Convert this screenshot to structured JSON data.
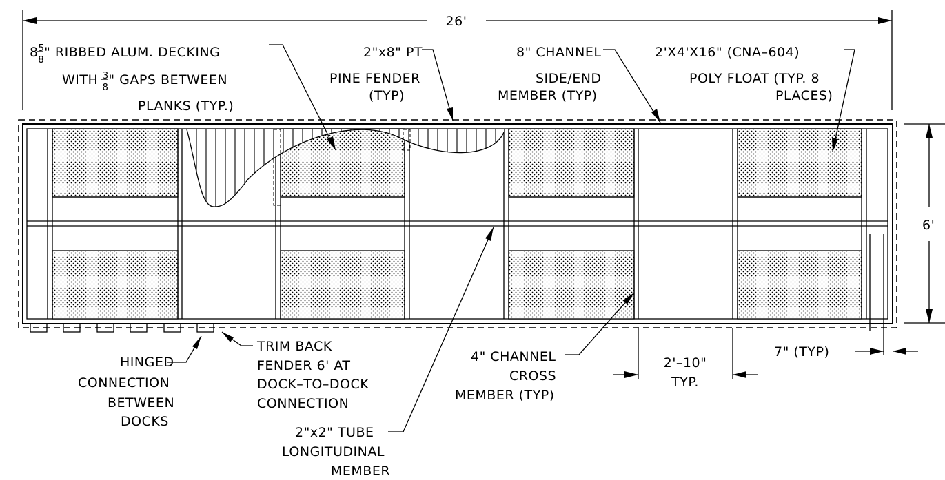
{
  "dimensions": {
    "overall_length": "26'",
    "overall_width": "6'",
    "float_spacing": [
      "2'–10\"",
      "TYP."
    ],
    "side_clearance": "7\" (TYP)"
  },
  "callouts": {
    "decking": [
      "8 5/8\" RIBBED ALUM. DECKING",
      "WITH 3/8\" GAPS BETWEEN",
      "PLANKS (TYP.)"
    ],
    "decking_parts": {
      "whole": "8",
      "num1": "5",
      "den1": "8",
      "rest1": "\" RIBBED ALUM. DECKING",
      "pre2": "WITH ",
      "num2": "3",
      "den2": "8",
      "rest2": "\" GAPS BETWEEN",
      "line3": "PLANKS (TYP.)"
    },
    "fender": [
      "2\"x8\" PT",
      "PINE FENDER",
      "(TYP)"
    ],
    "channel_side": [
      "8\" CHANNEL",
      "SIDE/END",
      "MEMBER (TYP)"
    ],
    "poly_float": [
      "2'X4'X16\" (CNA–604)",
      "POLY FLOAT (TYP. 8",
      "PLACES)"
    ],
    "hinged": [
      "HINGED",
      "CONNECTION",
      "BETWEEN",
      "DOCKS"
    ],
    "trim_back": [
      "TRIM BACK",
      "FENDER 6' AT",
      "DOCK–TO–DOCK",
      "CONNECTION"
    ],
    "channel_cross": [
      "4\" CHANNEL",
      "CROSS",
      "MEMBER (TYP)"
    ],
    "tube": [
      "2\"x2\" TUBE",
      "LONGITUDINAL",
      "MEMBER"
    ]
  }
}
